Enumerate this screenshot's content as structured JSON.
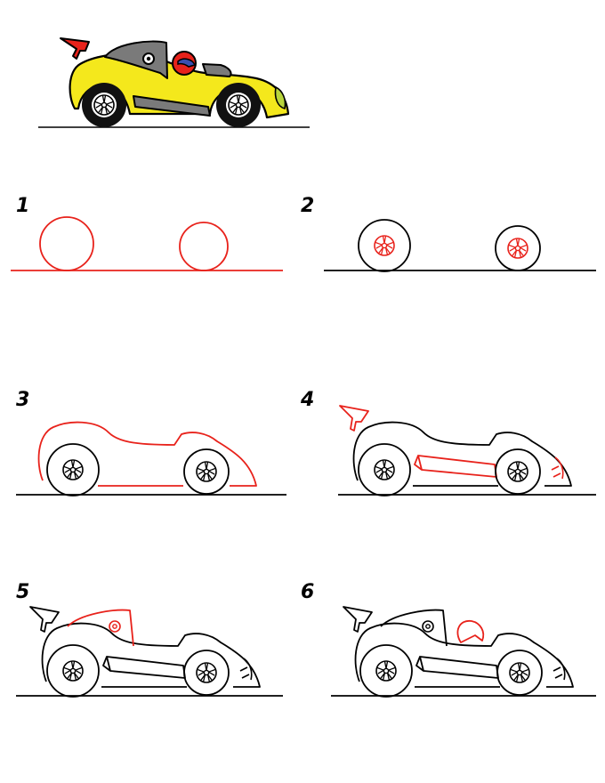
{
  "colors": {
    "red": "#e8221b",
    "black": "#000000",
    "yellow": "#f4e81c",
    "gray": "#7a7a7a",
    "helmet_red": "#e8221b",
    "visor_blue": "#3a4fb0",
    "tire": "#111111",
    "headlight": "#b8d53c"
  },
  "steps": [
    {
      "number": "1"
    },
    {
      "number": "2"
    },
    {
      "number": "3"
    },
    {
      "number": "4"
    },
    {
      "number": "5"
    },
    {
      "number": "6"
    }
  ]
}
